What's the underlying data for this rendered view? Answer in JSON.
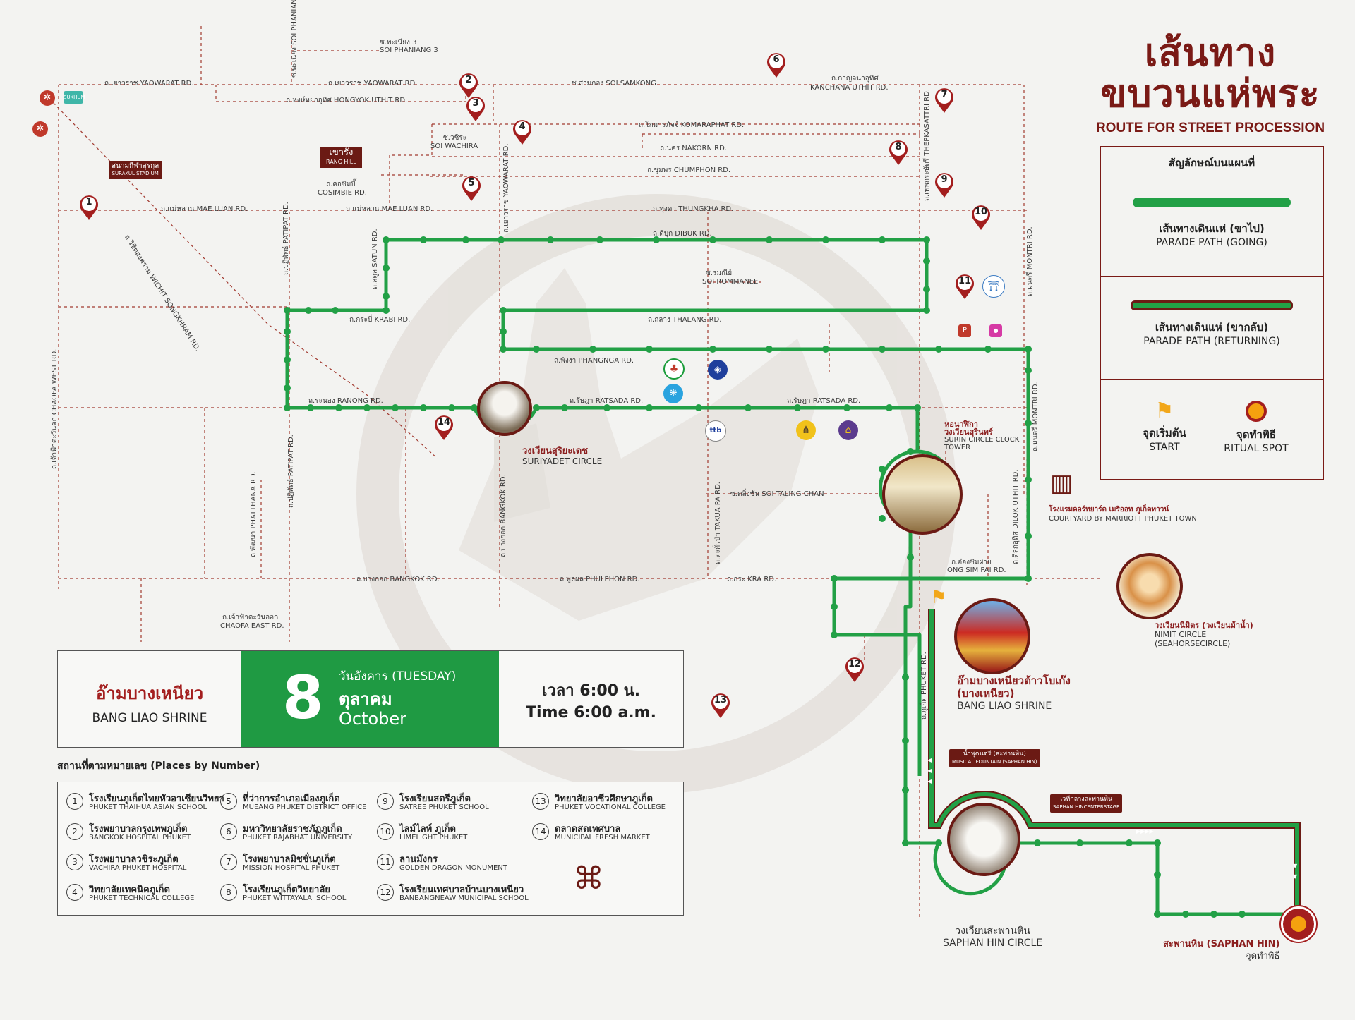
{
  "title": {
    "line1": "เส้นทาง",
    "line2": "ขบวนแห่พระ",
    "en": "ROUTE FOR STREET PROCESSION"
  },
  "legend": {
    "title": "สัญลักษณ์บนแผนที่",
    "going_th": "เส้นทางเดินแห่ (ขาไป)",
    "going_en": "PARADE PATH (GOING)",
    "returning_th": "เส้นทางเดินแห่ (ขากลับ)",
    "returning_en": "PARADE PATH (RETURNING)",
    "start_th": "จุดเริ่มต้น",
    "start_en": "START",
    "ritual_th": "จุดทำพิธี",
    "ritual_en": "RITUAL SPOT"
  },
  "info": {
    "shrine_th": "อ๊ามบางเหนียว",
    "shrine_en": "BANG LIAO SHRINE",
    "day": "8",
    "weekday": "วันอังคาร (TUESDAY)",
    "month_th": "ตุลาคม",
    "month_en": "October",
    "time_th": "เวลา 6:00 น.",
    "time_en": "Time 6:00 a.m."
  },
  "places": {
    "heading": "สถานที่ตามหมายเลข (Places by Number)",
    "items": [
      {
        "num": "1",
        "th": "โรงเรียนภูเก็ตไทยหัวอาเซียนวิทยา",
        "en": "PHUKET THAIHUA ASIAN SCHOOL"
      },
      {
        "num": "2",
        "th": "โรงพยาบาลกรุงเทพภูเก็ต",
        "en": "BANGKOK HOSPITAL PHUKET"
      },
      {
        "num": "3",
        "th": "โรงพยาบาลวชิระภูเก็ต",
        "en": "VACHIRA PHUKET HOSPITAL"
      },
      {
        "num": "4",
        "th": "วิทยาลัยเทคนิคภูเก็ต",
        "en": "PHUKET TECHNICAL COLLEGE"
      },
      {
        "num": "5",
        "th": "ที่ว่าการอำเภอเมืองภูเก็ต",
        "en": "MUEANG PHUKET DISTRICT OFFICE"
      },
      {
        "num": "6",
        "th": "มหาวิทยาลัยราชภัฏภูเก็ต",
        "en": "PHUKET RAJABHAT UNIVERSITY"
      },
      {
        "num": "7",
        "th": "โรงพยาบาลมิชชั่นภูเก็ต",
        "en": "MISSION HOSPITAL PHUKET"
      },
      {
        "num": "8",
        "th": "โรงเรียนภูเก็ตวิทยาลัย",
        "en": "PHUKET WITTAYALAI SCHOOL"
      },
      {
        "num": "9",
        "th": "โรงเรียนสตรีภูเก็ต",
        "en": "SATREE PHUKET SCHOOL"
      },
      {
        "num": "10",
        "th": "ไลม์ไลท์ ภูเก็ต",
        "en": "LIMELIGHT PHUKET"
      },
      {
        "num": "11",
        "th": "ลานมังกร",
        "en": "GOLDEN DRAGON MONUMENT"
      },
      {
        "num": "12",
        "th": "โรงเรียนเทศบาลบ้านบางเหนียว",
        "en": "BANBANGNEAW MUNICIPAL SCHOOL"
      },
      {
        "num": "13",
        "th": "วิทยาลัยอาชีวศึกษาภูเก็ต",
        "en": "PHUKET VOCATIONAL COLLEGE"
      },
      {
        "num": "14",
        "th": "ตลาดสดเทศบาล",
        "en": "MUNICIPAL FRESH MARKET"
      }
    ]
  },
  "pins": [
    "1",
    "2",
    "3",
    "4",
    "5",
    "6",
    "7",
    "8",
    "9",
    "10",
    "11",
    "12",
    "13",
    "14"
  ],
  "roads": {
    "yaowarat_1": "ถ.เยาวราช YAOWARAT RD.",
    "yaowarat_2": "ถ.เยาวราช YAOWARAT RD.",
    "hongyok": "ถ.หงษ์หยกอุทิศ HONGYOK UTHIT RD.",
    "samkong": "ซ.สามกอง SOI SAMKONG",
    "kanchana_th": "ถ.กาญจนาอุทิศ",
    "kanchana_en": "KANCHANA UTHIT RD.",
    "phaniang3_th": "ซ.พะเนียง 3",
    "phaniang3_en": "SOI PHANIANG 3",
    "soi_phaniang": "ซ.พะเนียง SOI PHANIANG",
    "komaraphat": "ถ.โกมารภัจจ์ KOMARAPHAT RD.",
    "nakorn": "ถ.นคร NAKORN RD.",
    "chumphon": "ถ.ชุมพร CHUMPHON RD.",
    "thungkha": "ถ.ทุ่งคา THUNGKHA RD.",
    "wachira_th": "ซ.วชิระ",
    "wachira_en": "SOI WACHIRA",
    "cosimbie_th": "ถ.คอซิมบี๊",
    "cosimbie_en": "COSIMBIE RD.",
    "maeluan_1": "ถ.แม่หลวน MAE LUAN RD.",
    "maeluan_2": "ถ.แม่หลวน MAE LUAN RD.",
    "dibuk": "ถ.ดีบุก DIBUK RD.",
    "rommanee_th": "ซ.รมณีย์",
    "rommanee_en": "SOI ROMMANEE",
    "krabi": "ถ.กระบี่ KRABI RD.",
    "thalang": "ถ.ถลาง THALANG RD.",
    "phangnga": "ถ.พังงา PHANGNGA RD.",
    "ranong": "ถ.ระนอง RANONG RD.",
    "ratsada_1": "ถ.รัษฎา RATSADA RD.",
    "ratsada_2": "ถ.รัษฎา RATSADA RD.",
    "taling_chan": "ซ.ตลิ่งชัน SOI TALING CHAN",
    "bangkok": "ถ.บางกอก BANGKOK RD.",
    "phulphon": "ถ.พูลผล PHULPHON RD.",
    "kra": "ถ.กระ KRA RD.",
    "chaofa_east_th": "ถ.เจ้าฟ้าตะวันออก",
    "chaofa_east_en": "CHAOFA EAST RD.",
    "ong_sim_pai_th": "ถ.อ๋องซิมผ่าย",
    "ong_sim_pai_en": "ONG SIM PAI RD.",
    "chaofa_west": "ถ.เจ้าฟ้าตะวันตก CHAOFA WEST RD.",
    "wichit_songkhram": "ถ.วิชิตสงคราม WICHIT SONGKHRAM RD.",
    "patipat_1": "ถ.ปฏิพัทธ์ PATIPAT RD.",
    "patipat_2": "ถ.ปฏิพัทธ์ PATIPAT RD.",
    "phatthana": "ถ.พัฒนา PHATTHANA RD.",
    "satun": "ถ.สตูล SATUN RD.",
    "yaowarat_v": "ถ.เยาวราช YAOWARAT RD.",
    "bangkok_v": "ถ.บางกอก BANGKOK RD.",
    "takua_pa": "ถ.ตะกั่วป่า TAKUA PA RD.",
    "thepkasattri": "ถ.เทพกระษัตรี THEPKASATTRI RD.",
    "montri_1": "ถ.มนตรี MONTRI RD.",
    "montri_2": "ถ.มนตรี MONTRI RD.",
    "dilok_uthit": "ถ.ดิลกอุทิศ DILOK UTHIT RD.",
    "phuket": "ถ.ภูเก็ต PHUKET RD."
  },
  "landmarks": {
    "stadium_th": "สนามกีฬาสุรกุล",
    "stadium_en": "SURAKUL STADIUM",
    "rang_hill_th": "เขารัง",
    "rang_hill_en": "RANG HILL",
    "suriyadet_th": "วงเวียนสุริยะเดช",
    "suriyadet_en": "SURIYADET CIRCLE",
    "clock_th1": "หอนาฬิกา",
    "clock_th2": "วงเวียนสุรินทร์",
    "clock_en1": "SURIN CIRCLE CLOCK",
    "clock_en2": "TOWER",
    "marriott_th": "โรงแรมคอร์ทยาร์ด เมริออท ภูเก็ตทาวน์",
    "marriott_en": "COURTYARD BY MARRIOTT PHUKET TOWN",
    "nimit_th": "วงเวียนนิมิตร (วงเวียนม้าน้ำ)",
    "nimit_en1": "NIMIT CIRCLE",
    "nimit_en2": "(SEAHORSECIRCLE)",
    "bangliao_th1": "อ๊ามบางเหนียวต้าวโบเก๊ง",
    "bangliao_th2": "(บางเหนียว)",
    "bangliao_en": "BANG LIAO SHRINE",
    "fountain_th": "น้ำพุดนตรี (สะพานหิน)",
    "fountain_en": "MUSICAL FOUNTAIN (SAPHAN HIN)",
    "stage_th": "เวทีกลางสะพานหิน",
    "stage_en": "SAPHAN HINCENTERSTAGE",
    "saphanhin_circle_th": "วงเวียนสะพานหิน",
    "saphanhin_circle_en": "SAPHAN HIN CIRCLE",
    "saphanhin_th": "สะพานหิน (SAPHAN HIN)",
    "ritual_th": "จุดทำพิธี"
  },
  "colors": {
    "route_green": "#22a046",
    "brand_maroon": "#7a1a16",
    "ritual_orange": "#f5a10f",
    "pin_red": "#a31e1e"
  }
}
